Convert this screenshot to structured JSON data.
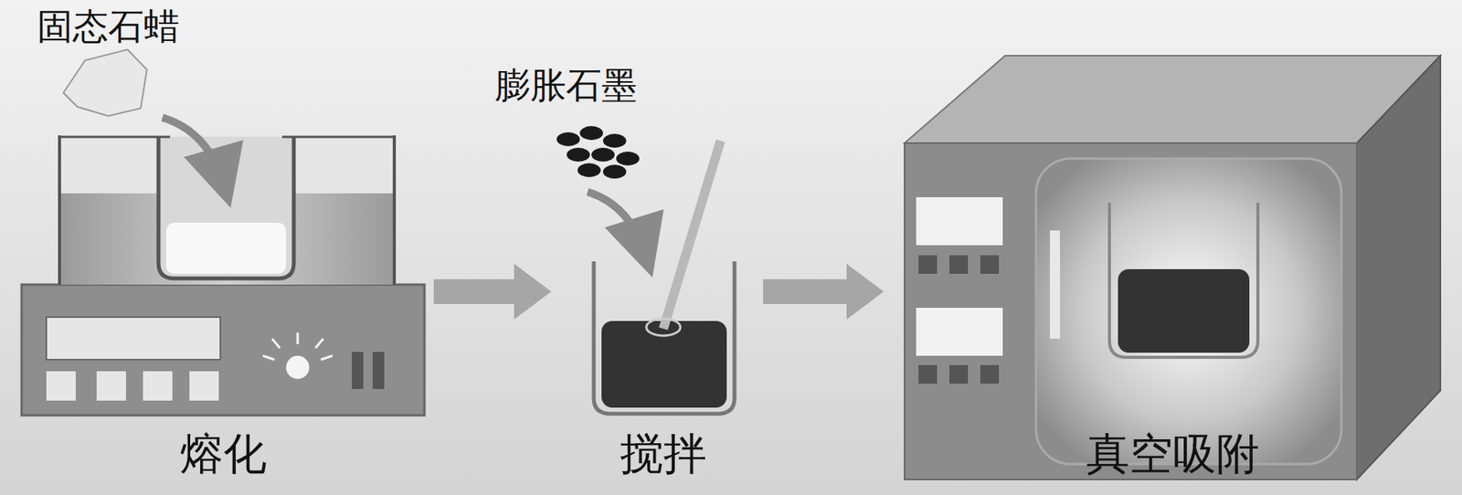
{
  "diagram": {
    "nodes": [
      {
        "text": [
          "熔化"
        ]
      },
      {
        "text": [
          "搅拌"
        ]
      },
      {
        "text": [
          "真空吸附"
        ]
      }
    ],
    "edges": [
      {
        "from": 0,
        "to": 1,
        "arrow": "to"
      },
      {
        "from": 1,
        "to": 2,
        "arrow": "to"
      }
    ],
    "labels": [
      "固态石蜡",
      "膨胀石墨"
    ]
  }
}
